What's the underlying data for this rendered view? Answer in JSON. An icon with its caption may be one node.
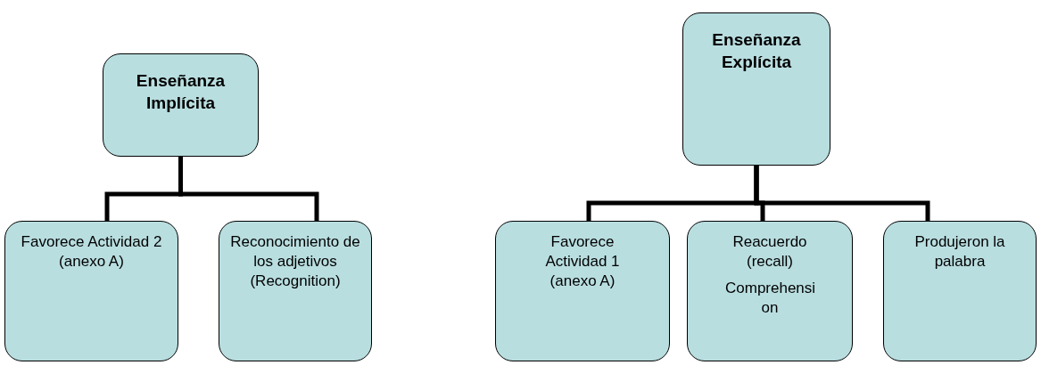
{
  "diagram": {
    "nodes": [
      {
        "text": [
          "Enseñanza Implícita"
        ]
      },
      {
        "text": [
          "Favorece Actividad 2 (anexo A)"
        ]
      },
      {
        "text": [
          "Reconocimiento de los adjetivos (Recognition)"
        ]
      },
      {
        "text": [
          "Enseñanza Explícita"
        ]
      },
      {
        "text": [
          "Favorece Actividad 1 (anexo A)"
        ]
      },
      {
        "text": [
          "Reacuerdo (recall)",
          "Comprehensi on"
        ]
      },
      {
        "text": [
          "Produjeron la palabra"
        ]
      }
    ],
    "edges": [
      {
        "from": 0,
        "to": 1,
        "arrow": "none"
      },
      {
        "from": 0,
        "to": 2,
        "arrow": "none"
      },
      {
        "from": 3,
        "to": 4,
        "arrow": "none"
      },
      {
        "from": 3,
        "to": 5,
        "arrow": "none"
      },
      {
        "from": 3,
        "to": 6,
        "arrow": "none"
      }
    ]
  }
}
